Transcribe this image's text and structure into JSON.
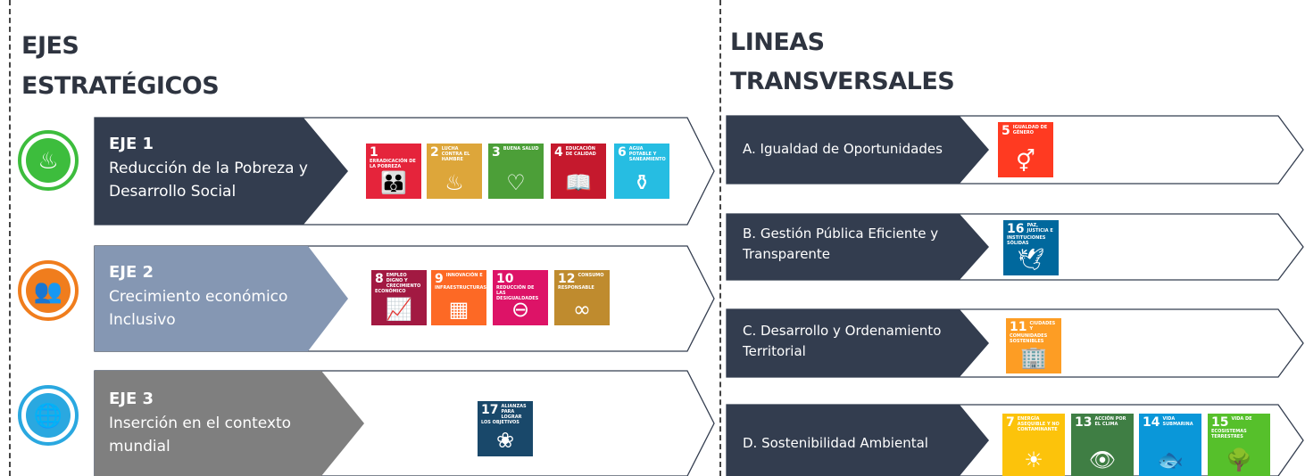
{
  "headings": {
    "ejes_line1": "EJES",
    "ejes_line2": "ESTRATÉGICOS",
    "lineas_line1": "LINEAS",
    "lineas_line2": "TRANSVERSALES"
  },
  "ejes": [
    {
      "title": "EJE 1",
      "desc_line1": "Reducción de la Pobreza y",
      "desc_line2": "Desarrollo Social",
      "color": "#333d4f",
      "icon": "soup-bowl-icon",
      "icon_color": "#3dbd3d"
    },
    {
      "title": "EJE 2",
      "desc_line1": "Crecimiento económico",
      "desc_line2": "Inclusivo",
      "color": "#8597b3",
      "icon": "people-holding-hands-icon",
      "icon_color": "#f07d1d"
    },
    {
      "title": "EJE 3",
      "desc_line1": "Inserción en el contexto",
      "desc_line2": "mundial",
      "color": "#7f7f7f",
      "icon": "globe-icon",
      "icon_color": "#2aa8e0"
    }
  ],
  "lineas": [
    {
      "line1": "A. Igualdad de Oportunidades",
      "line2": ""
    },
    {
      "line1": "B. Gestión Pública Eficiente y",
      "line2": "Transparente"
    },
    {
      "line1": "C. Desarrollo y Ordenamiento",
      "line2": "Territorial"
    },
    {
      "line1": "D. Sostenibilidad Ambiental",
      "line2": ""
    }
  ],
  "sdgs": {
    "1": {
      "num": "1",
      "label": "Erradicación de la pobreza",
      "color": "#e5243b",
      "glyph": "👪"
    },
    "2": {
      "num": "2",
      "label": "Lucha contra el hambre",
      "color": "#dda63a",
      "glyph": "♨"
    },
    "3": {
      "num": "3",
      "label": "Buena salud",
      "color": "#4c9f38",
      "glyph": "♡"
    },
    "4": {
      "num": "4",
      "label": "Educación de calidad",
      "color": "#c5192d",
      "glyph": "📖"
    },
    "6": {
      "num": "6",
      "label": "Agua potable y saneamiento",
      "color": "#26bde2",
      "glyph": "⚱"
    },
    "8": {
      "num": "8",
      "label": "Empleo digno y crecimiento económico",
      "color": "#a21942",
      "glyph": "📈"
    },
    "9": {
      "num": "9",
      "label": "Innovación e infraestructuras",
      "color": "#fd6925",
      "glyph": "▦"
    },
    "10": {
      "num": "10",
      "label": "Reducción de las desigualdades",
      "color": "#dd1367",
      "glyph": "⊖"
    },
    "12": {
      "num": "12",
      "label": "Consumo responsable",
      "color": "#bf8b2e",
      "glyph": "∞"
    },
    "17": {
      "num": "17",
      "label": "Alianzas para lograr los objetivos",
      "color": "#19486a",
      "glyph": "❀"
    },
    "5": {
      "num": "5",
      "label": "Igualdad de género",
      "color": "#ff3a21",
      "glyph": "⚥"
    },
    "16": {
      "num": "16",
      "label": "Paz, justicia e instituciones sólidas",
      "color": "#00689d",
      "glyph": "🕊"
    },
    "11": {
      "num": "11",
      "label": "Ciudades y comunidades sostenibles",
      "color": "#fd9d24",
      "glyph": "🏢"
    },
    "7": {
      "num": "7",
      "label": "Energía asequible y no contaminante",
      "color": "#fcc30b",
      "glyph": "☀"
    },
    "13": {
      "num": "13",
      "label": "Acción por el clima",
      "color": "#3f7e44",
      "glyph": "👁"
    },
    "14": {
      "num": "14",
      "label": "Vida submarina",
      "color": "#0a97d9",
      "glyph": "🐟"
    },
    "15": {
      "num": "15",
      "label": "Vida de ecosistemas terrestres",
      "color": "#56c02b",
      "glyph": "🌳"
    }
  }
}
